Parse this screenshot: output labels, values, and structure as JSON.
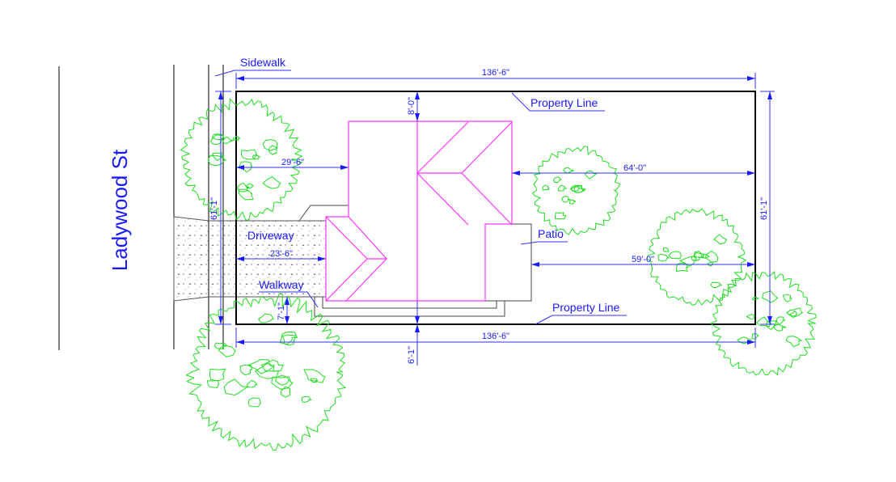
{
  "street_name": "Ladywood St",
  "labels": {
    "sidewalk": "Sidewalk",
    "property_line_top": "Property Line",
    "property_line_bottom": "Property Line",
    "driveway": "Driveway",
    "walkway": "Walkway",
    "patio": "Patio"
  },
  "dimensions": {
    "top_length": "136'-6\"",
    "bottom_length": "136'-6\"",
    "left_width": "61'-1\"",
    "right_width": "61'-1\"",
    "front_setback_house": "29'-6\"",
    "front_setback_garage": "23'-6\"",
    "rear_setback_house": "64'-0\"",
    "rear_setback_patio": "59'-0\"",
    "side_setback_top": "8'-0\"",
    "side_setback_bottom": "6'-1\"",
    "walkway_offset": "7'-1\""
  },
  "colors": {
    "dimension": "#1a1aff",
    "house": "#ff33ff",
    "trees": "#22dd22",
    "property": "#000000"
  }
}
